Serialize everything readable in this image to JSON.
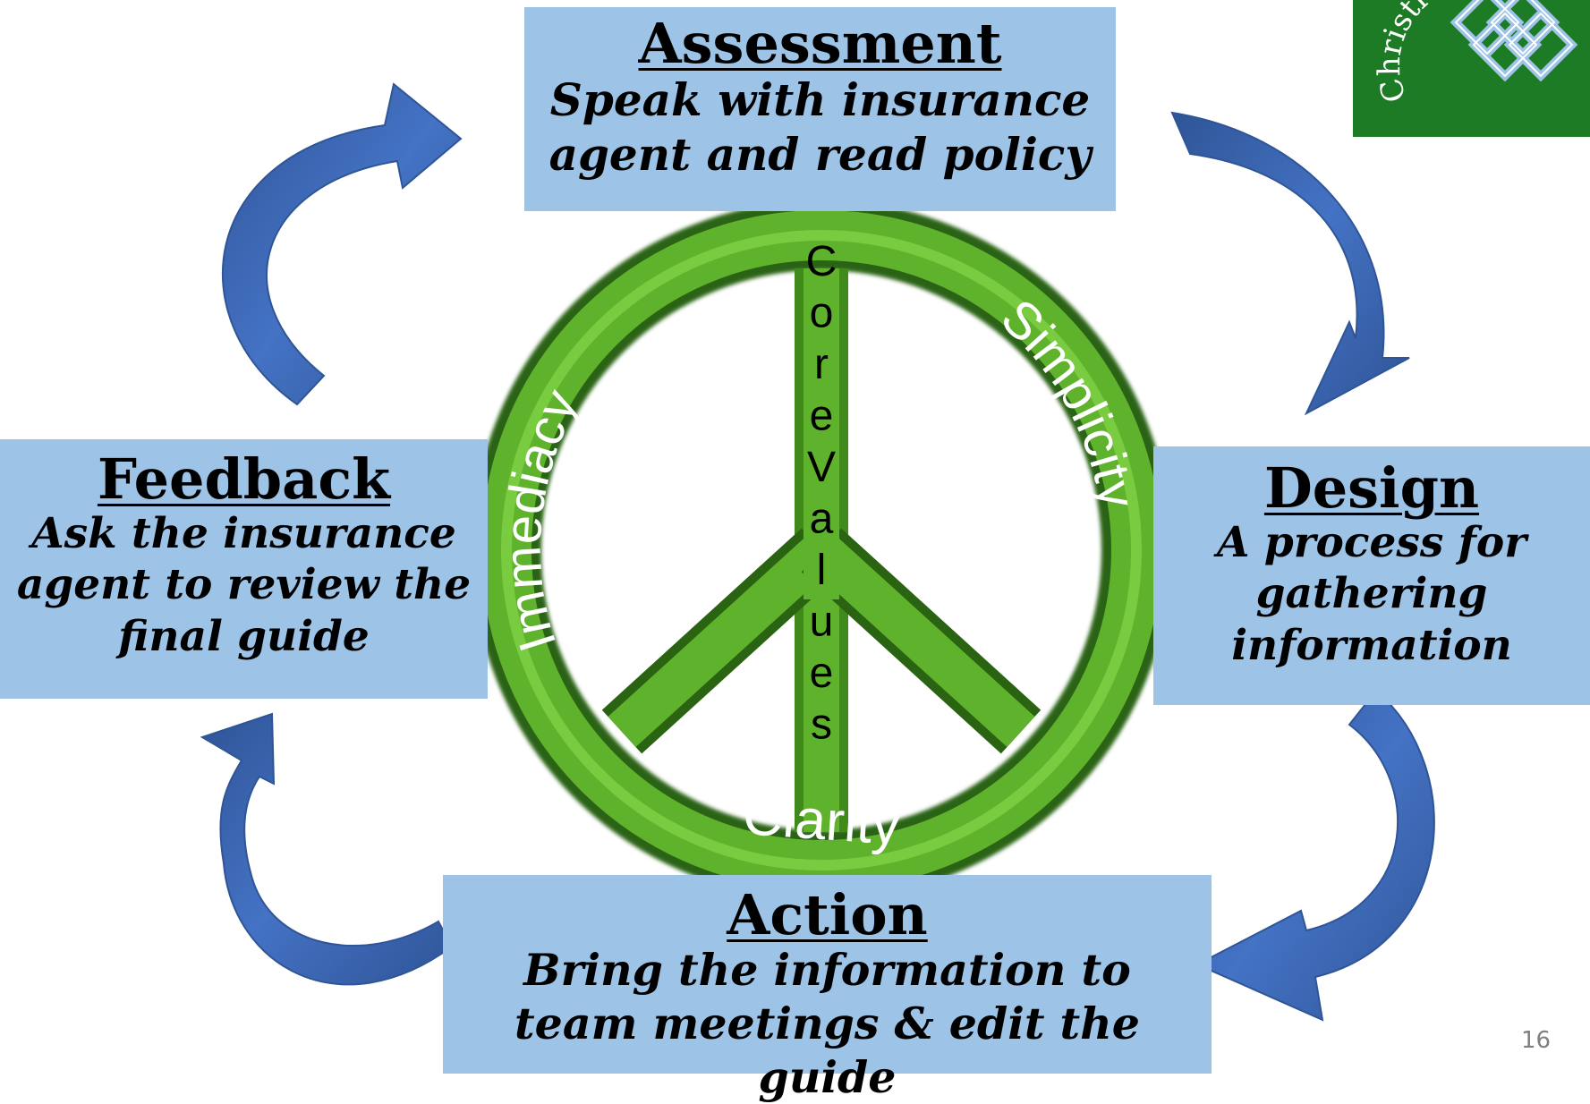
{
  "stages": {
    "assessment": {
      "title": "Assessment",
      "lines": [
        "Speak with insurance",
        "agent and read policy"
      ]
    },
    "design": {
      "title": "Design",
      "lines": [
        "A process for",
        "gathering",
        "information"
      ]
    },
    "action": {
      "title": "Action",
      "lines": [
        "Bring the information to",
        "team meetings & edit the guide"
      ]
    },
    "feedback": {
      "title": "Feedback",
      "lines": [
        "Ask the insurance",
        "agent to review the",
        "final guide"
      ]
    }
  },
  "center": {
    "core_values_label": "Core Values",
    "values": {
      "left": "Immediacy",
      "right": "Simplicity",
      "bottom": "Clarity"
    }
  },
  "logo": {
    "text": "Christi"
  },
  "page_number": "16",
  "colors": {
    "box_fill": "#9dc3e6",
    "arrow": "#4472c4",
    "arrow_dark": "#2f5597",
    "peace_green": "#5fb22b",
    "peace_dark": "#1e4a0d",
    "logo_green": "#1d7a25"
  },
  "icons": {
    "cycle_arrow": "curved-arrow-icon",
    "center_symbol": "peace-sign-icon",
    "logo_symbol": "celtic-knot-icon"
  }
}
